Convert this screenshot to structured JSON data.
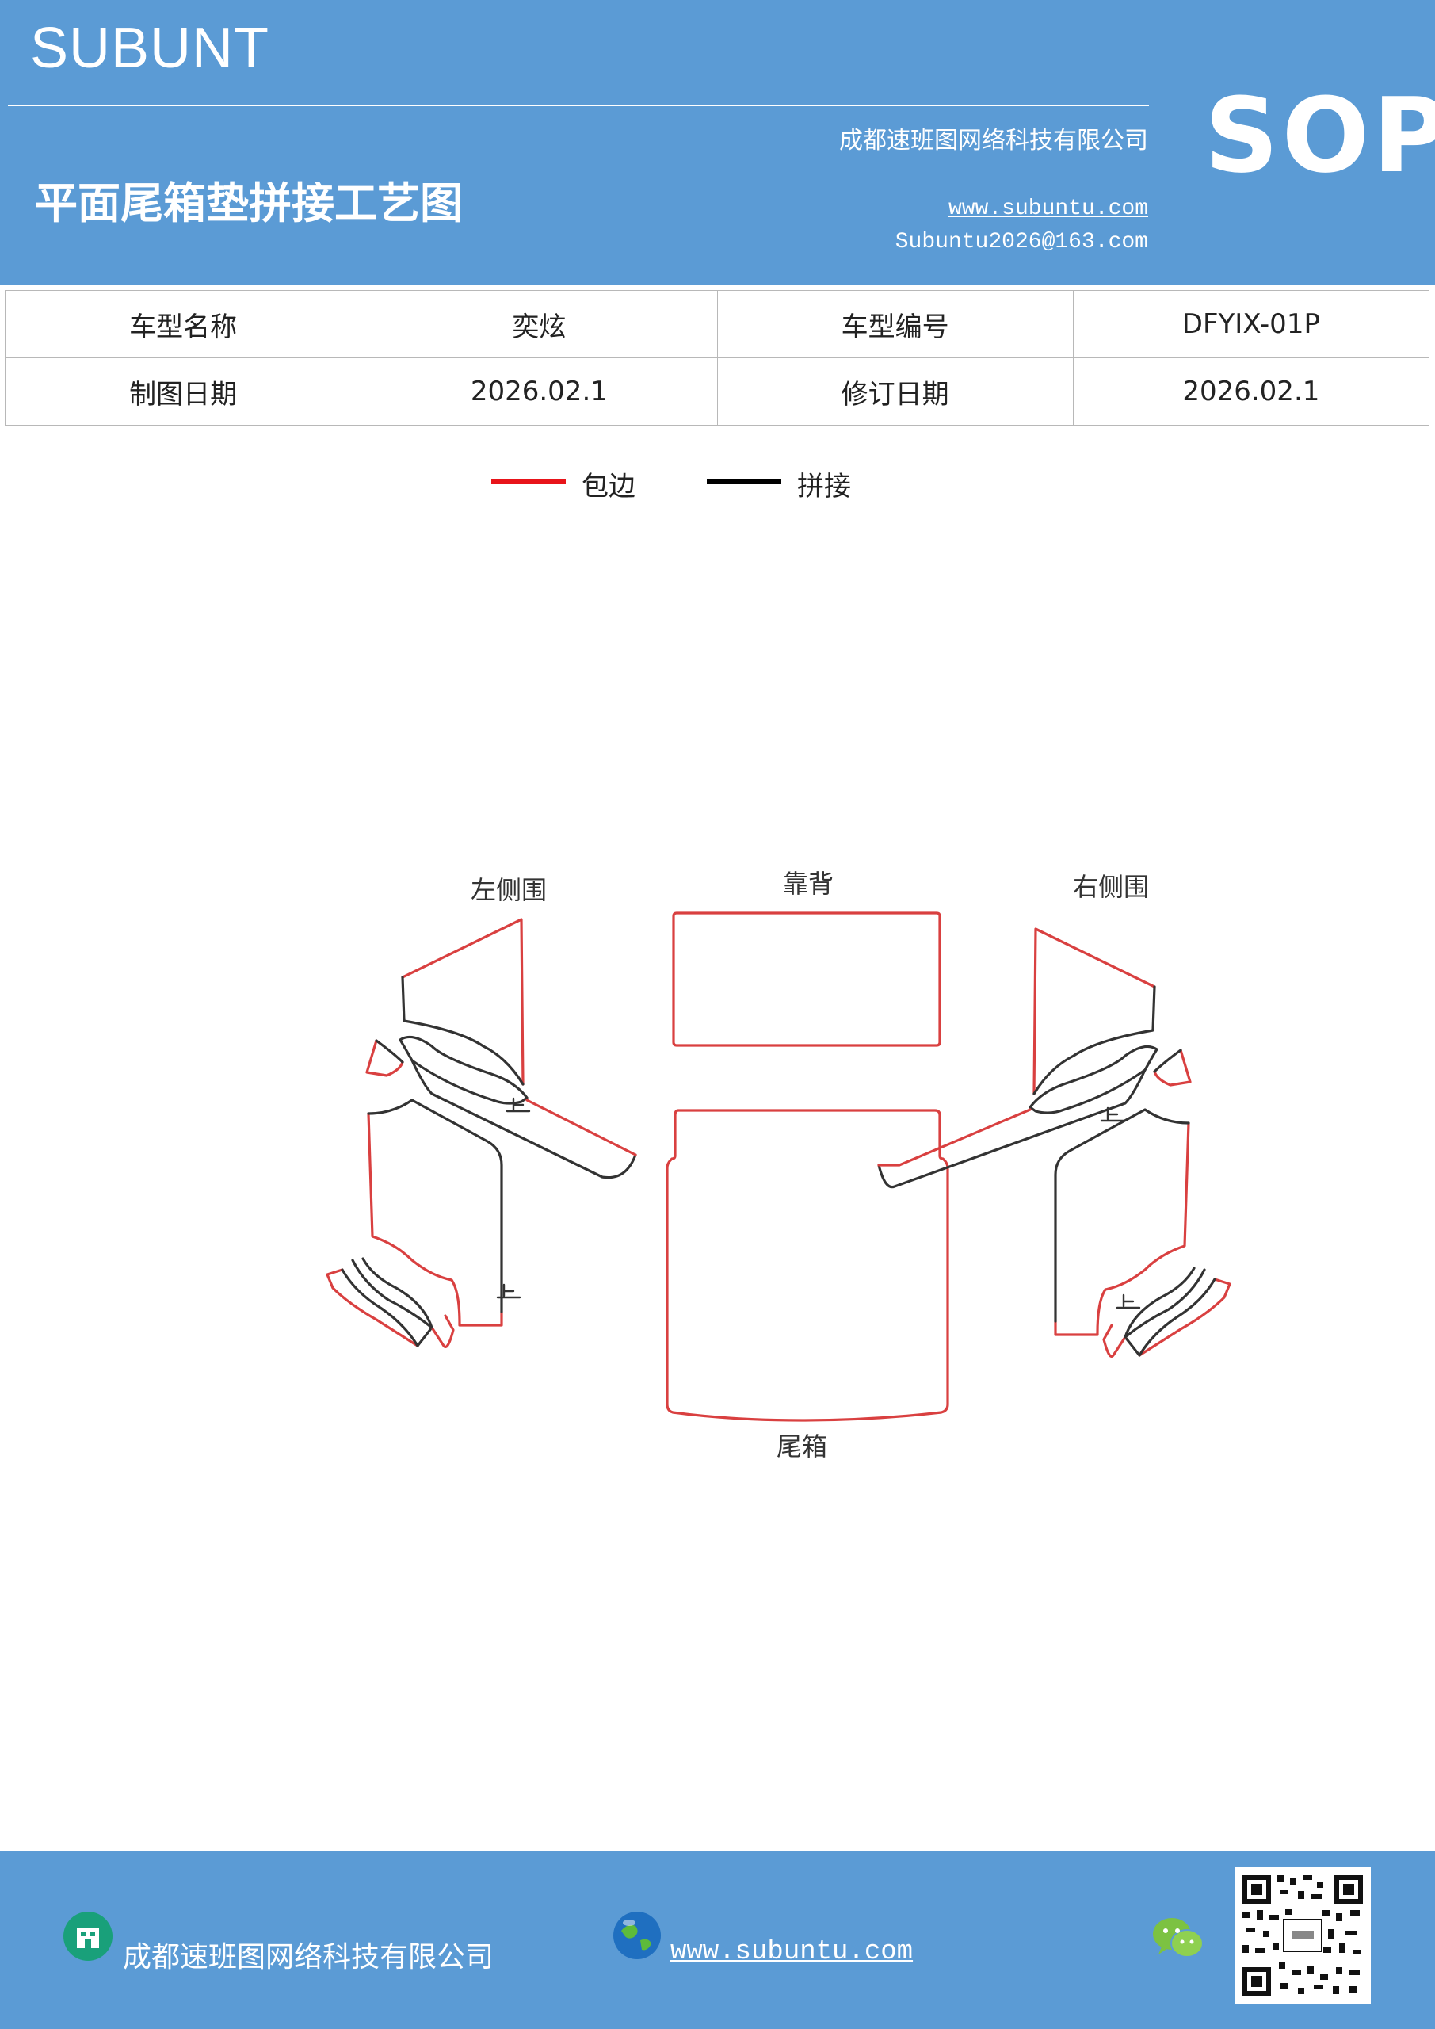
{
  "header": {
    "brand": "SUBUNT",
    "company": "成都速班图网络科技有限公司",
    "title": "平面尾箱垫拼接工艺图",
    "website": "www.subuntu.com",
    "email": "Subuntu2026@163.com",
    "badge": "SOP"
  },
  "info_table": {
    "row1": {
      "label1": "车型名称",
      "value1": "奕炫",
      "label2": "车型编号",
      "value2": "DFYIX-01P"
    },
    "row2": {
      "label1": "制图日期",
      "value1": "2026.02.1",
      "label2": "修订日期",
      "value2": "2026.02.1"
    }
  },
  "legend": [
    {
      "label": "包边",
      "color": "#e8141a"
    },
    {
      "label": "拼接",
      "color": "#000000"
    }
  ],
  "diagram": {
    "colors": {
      "edge": "#d94040",
      "seam": "#333333"
    },
    "labels": {
      "left_side": "左侧围",
      "back": "靠背",
      "right_side": "右侧围",
      "trunk": "尾箱"
    }
  },
  "footer": {
    "company": "成都速班图网络科技有限公司",
    "website": "www.subuntu.com "
  }
}
